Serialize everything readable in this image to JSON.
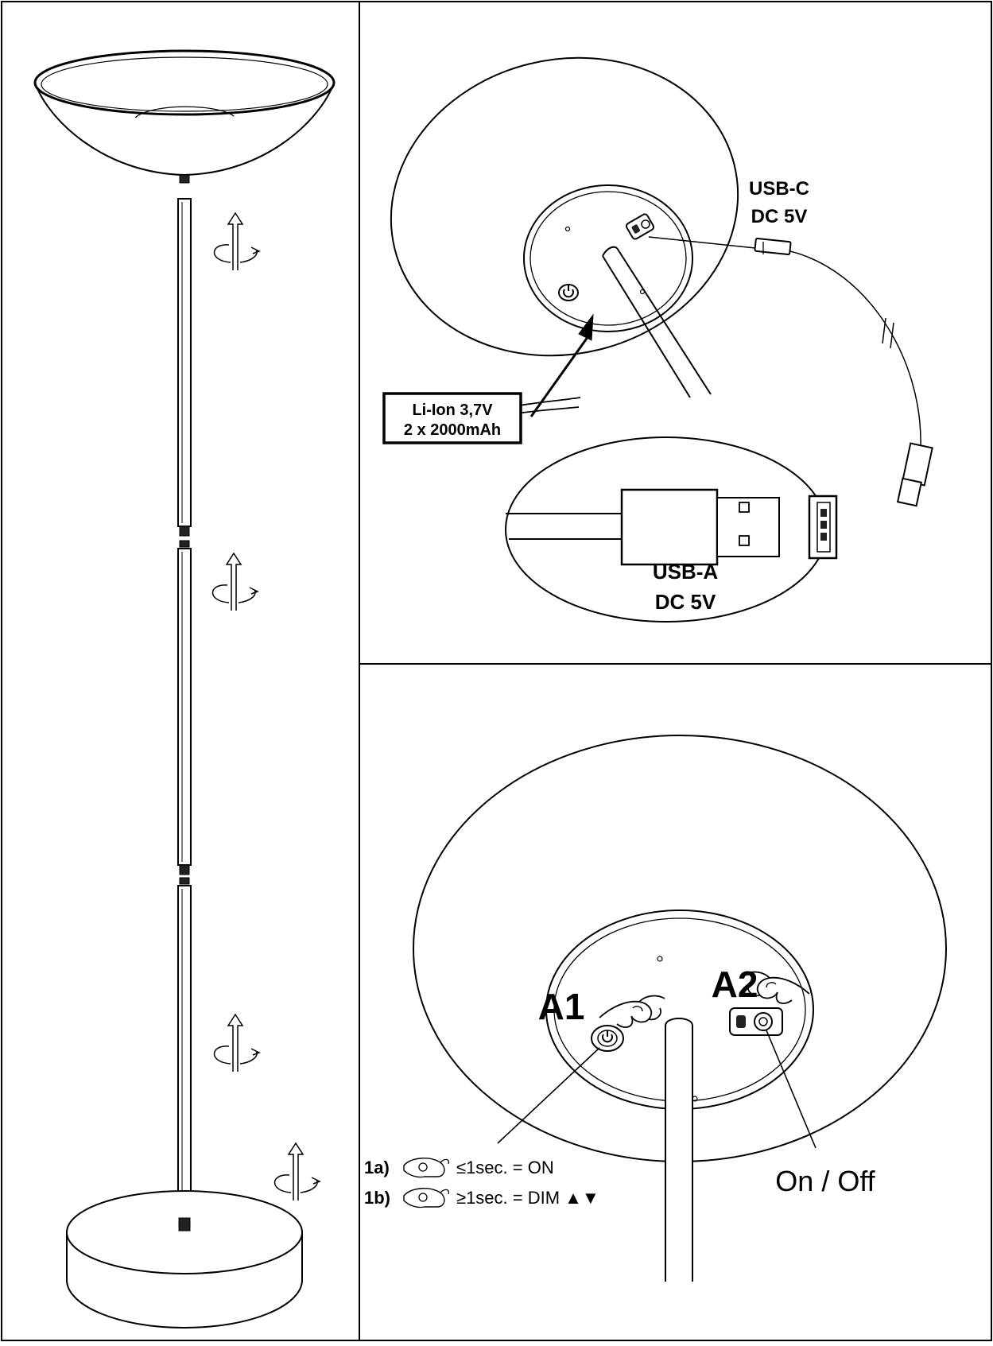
{
  "panels": {
    "battery": {
      "usb_c_line1": "USB-C",
      "usb_c_line2": "DC 5V",
      "battery_line1": "Li-Ion 3,7V",
      "battery_line2": "2 x 2000mAh",
      "usb_a_line1": "USB-A",
      "usb_a_line2": "DC 5V"
    },
    "controls": {
      "a1_label": "A1",
      "a2_label": "A2",
      "step_1a_prefix": "1a)",
      "step_1a_text": "≤1sec. = ON",
      "step_1b_prefix": "1b)",
      "step_1b_text": "≥1sec. = DIM ▲▼",
      "on_off_label": "On / Off"
    }
  },
  "icons": [
    "rotate-arrow-icon",
    "touch-hand-icon",
    "power-icon",
    "usb-c-port-icon",
    "usb-a-plug-icon",
    "usb-a-port-icon"
  ],
  "colors": {
    "line": "#000000",
    "background": "#ffffff"
  }
}
